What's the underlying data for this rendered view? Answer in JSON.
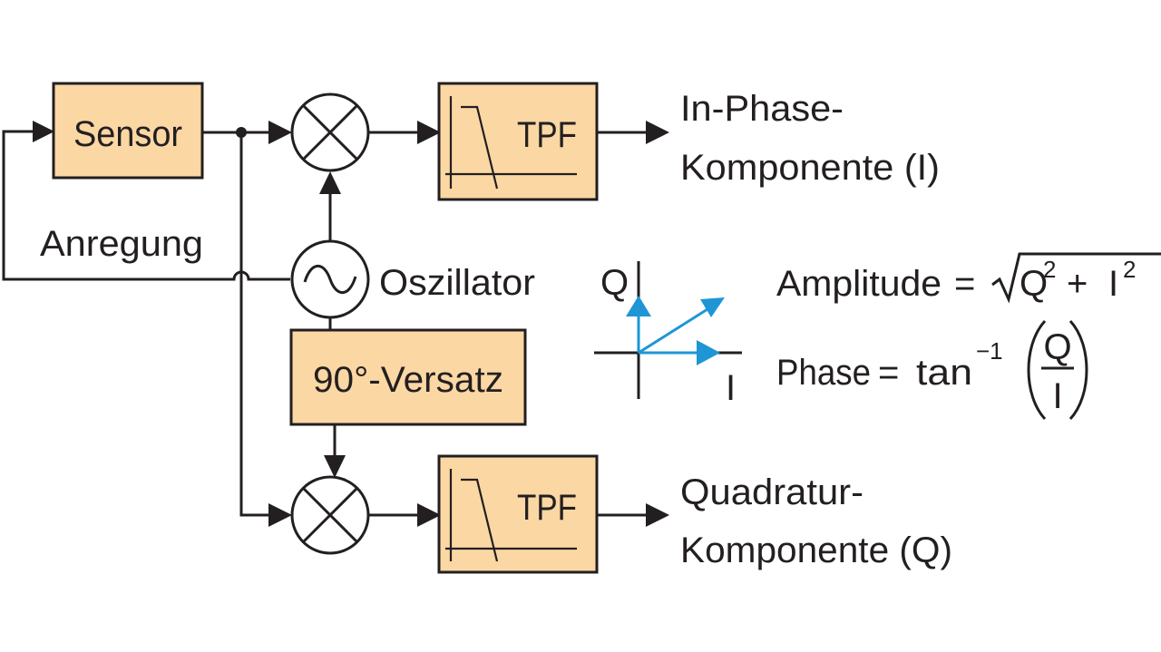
{
  "blocks": {
    "sensor": "Sensor",
    "tpf_top": "TPF",
    "tpf_bottom": "TPF",
    "versatz": "90°-Versatz"
  },
  "labels": {
    "anregung": "Anregung",
    "oszillator": "Oszillator",
    "inphase_line1": "In-Phase-",
    "inphase_line2": "Komponente (I)",
    "quadratur_line1": "Quadratur-",
    "quadratur_line2": "Komponente (Q)"
  },
  "vector_plot": {
    "axis_q": "Q",
    "axis_i": "I"
  },
  "formulas": {
    "amplitude_lhs": "Amplitude",
    "eq": "=",
    "q_sym": "Q",
    "i_sym": "I",
    "sq": "2",
    "plus": "+",
    "phase_lhs": "Phase",
    "tan": "tan",
    "inv": "−1",
    "frac_num": "Q",
    "frac_den": "I"
  },
  "colors": {
    "box_fill": "#fbd7a4",
    "line": "#231f20",
    "vector": "#1e96d6"
  }
}
